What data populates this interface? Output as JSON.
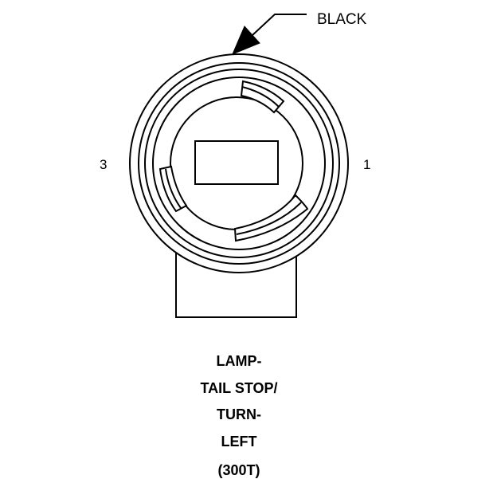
{
  "callout": {
    "label": "BLACK"
  },
  "pins": {
    "left": "3",
    "right": "1"
  },
  "caption": {
    "lines": [
      "LAMP-",
      "TAIL STOP/",
      "TURN-",
      "LEFT",
      "(300T)"
    ]
  },
  "colors": {
    "line": "#000000",
    "background": "#ffffff"
  }
}
